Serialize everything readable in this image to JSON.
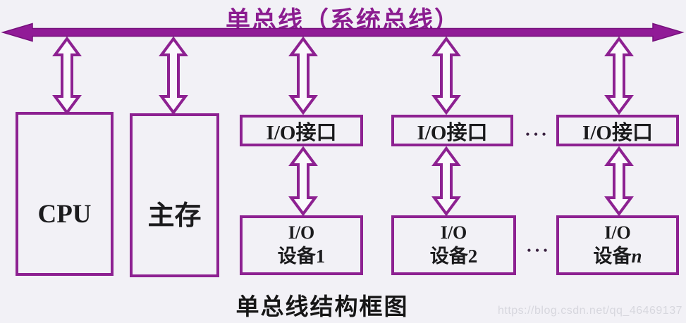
{
  "diagram": {
    "title": "单总线（系统总线）",
    "caption": "单总线结构框图",
    "watermark": "https://blog.csdn.net/qq_46469137"
  },
  "nodes": {
    "cpu": {
      "label": "CPU"
    },
    "memory": {
      "label": "主存"
    },
    "io_interfaces": [
      {
        "label": "I/O接口"
      },
      {
        "label": "I/O接口"
      },
      {
        "label": "I/O接口"
      }
    ],
    "io_devices": [
      {
        "line1": "I/O",
        "line2": "设备1",
        "line2_italic": ""
      },
      {
        "line1": "I/O",
        "line2": "设备2",
        "line2_italic": ""
      },
      {
        "line1": "I/O",
        "line2": "设备",
        "line2_italic": "n"
      }
    ]
  },
  "ellipsis": {
    "interface_row": "•••",
    "device_row": "•••"
  },
  "colors": {
    "accent_purple": "#8d2191",
    "bus_fill": "#911b97",
    "label_text": "#1b1b1d",
    "background": "#f2f1f6",
    "watermark_gray": "#d7d7de"
  }
}
